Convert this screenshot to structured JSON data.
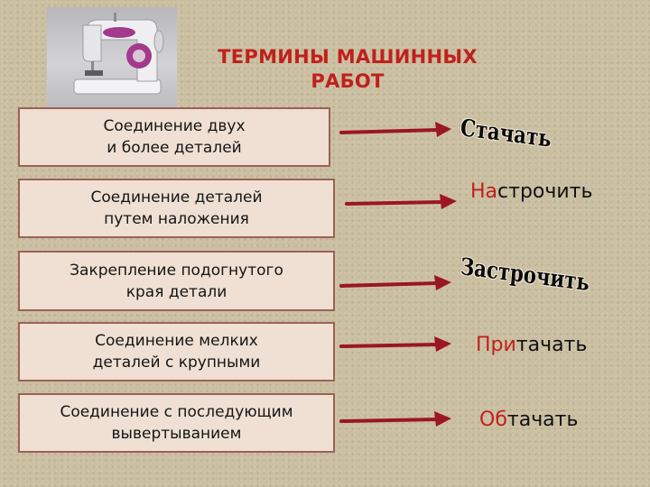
{
  "title": {
    "line1": "ТЕРМИНЫ МАШИННЫХ",
    "line2": "РАБОТ"
  },
  "colors": {
    "accent": "#c0201c",
    "box_fill": "#efe0d3",
    "box_border": "#9a6255",
    "arrow": "#9b1620"
  },
  "image": {
    "icon": "sewing-machine-icon"
  },
  "rows": [
    {
      "definition": {
        "line1": "Соединение двух",
        "line2": "и более деталей"
      },
      "term": {
        "highlight": "",
        "rest": "Стачать"
      }
    },
    {
      "definition": {
        "line1": "Соединение деталей",
        "line2": "путем наложения"
      },
      "term": {
        "highlight": "На",
        "rest": "строчить"
      }
    },
    {
      "definition": {
        "line1": "Закрепление подогнутого",
        "line2": "края детали"
      },
      "term": {
        "highlight": "",
        "rest": "Застрочить"
      }
    },
    {
      "definition": {
        "line1": "Соединение мелких",
        "line2": "деталей с крупными"
      },
      "term": {
        "highlight": "При",
        "rest": "тачать"
      }
    },
    {
      "definition": {
        "line1": "Соединение с последующим",
        "line2": "вывертыванием"
      },
      "term": {
        "highlight": "Об",
        "rest": "тачать"
      }
    }
  ]
}
